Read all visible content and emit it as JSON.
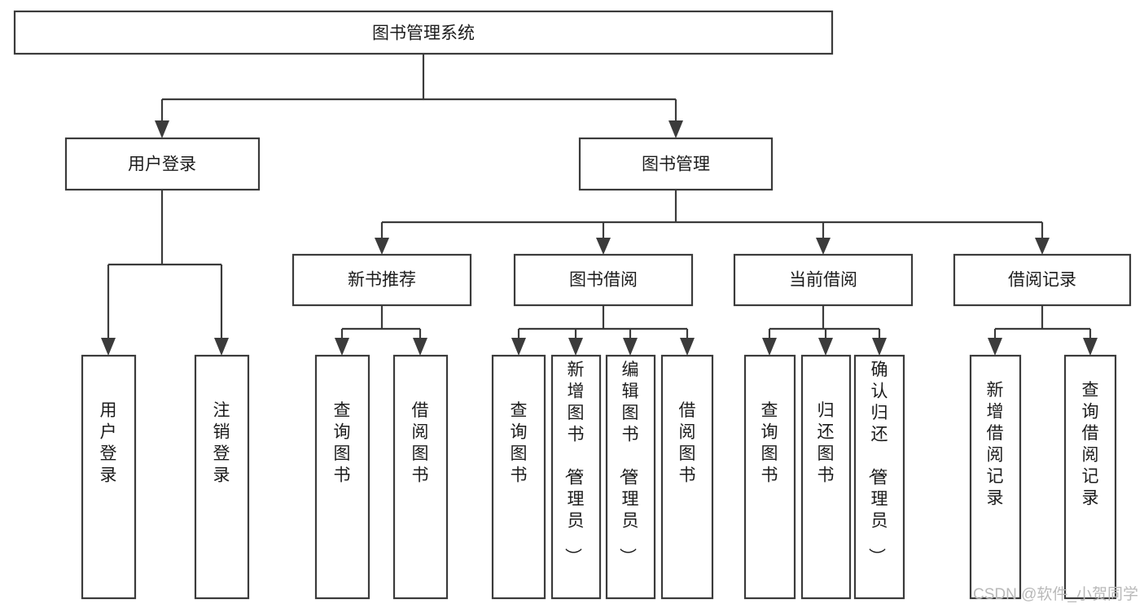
{
  "diagram": {
    "type": "tree-hierarchy",
    "orientation": "top-down",
    "root": {
      "id": "root",
      "label": "图书管理系统",
      "text_orientation": "horizontal"
    },
    "level2": [
      {
        "id": "user-login",
        "label": "用户登录",
        "text_orientation": "horizontal"
      },
      {
        "id": "book-management",
        "label": "图书管理",
        "text_orientation": "horizontal"
      }
    ],
    "level3": [
      {
        "id": "new-book-recommend",
        "label": "新书推荐",
        "parent": "book-management",
        "text_orientation": "horizontal"
      },
      {
        "id": "book-borrow",
        "label": "图书借阅",
        "parent": "book-management",
        "text_orientation": "horizontal"
      },
      {
        "id": "current-borrow",
        "label": "当前借阅",
        "parent": "book-management",
        "text_orientation": "horizontal"
      },
      {
        "id": "borrow-record",
        "label": "借阅记录",
        "parent": "book-management",
        "text_orientation": "horizontal"
      }
    ],
    "leaves": [
      {
        "id": "leaf-user-login",
        "label": "用户登录",
        "parent": "user-login",
        "text_orientation": "vertical"
      },
      {
        "id": "leaf-logout",
        "label": "注销登录",
        "parent": "user-login",
        "text_orientation": "vertical"
      },
      {
        "id": "leaf-query-book-1",
        "label": "查询图书",
        "parent": "new-book-recommend",
        "text_orientation": "vertical"
      },
      {
        "id": "leaf-borrow-book-1",
        "label": "借阅图书",
        "parent": "new-book-recommend",
        "text_orientation": "vertical"
      },
      {
        "id": "leaf-query-book-2",
        "label": "查询图书",
        "parent": "book-borrow",
        "text_orientation": "vertical"
      },
      {
        "id": "leaf-add-book",
        "label": "新增图书（管理员）",
        "parent": "book-borrow",
        "text_orientation": "vertical"
      },
      {
        "id": "leaf-edit-book",
        "label": "编辑图书（管理员）",
        "parent": "book-borrow",
        "text_orientation": "vertical"
      },
      {
        "id": "leaf-borrow-book-2",
        "label": "借阅图书",
        "parent": "book-borrow",
        "text_orientation": "vertical"
      },
      {
        "id": "leaf-query-book-3",
        "label": "查询图书",
        "parent": "current-borrow",
        "text_orientation": "vertical"
      },
      {
        "id": "leaf-return-book",
        "label": "归还图书",
        "parent": "current-borrow",
        "text_orientation": "vertical"
      },
      {
        "id": "leaf-confirm-return",
        "label": "确认归还（管理员）",
        "parent": "current-borrow",
        "text_orientation": "vertical"
      },
      {
        "id": "leaf-add-record",
        "label": "新增借阅记录",
        "parent": "borrow-record",
        "text_orientation": "vertical"
      },
      {
        "id": "leaf-query-record",
        "label": "查询借阅记录",
        "parent": "borrow-record",
        "text_orientation": "vertical"
      }
    ]
  },
  "watermark": {
    "text": "CSDN @软件_小贺同学"
  },
  "colors": {
    "stroke": "#3b3b3b",
    "box_fill": "#ffffff",
    "text": "#1c1c1c",
    "background": "#ffffff",
    "watermark": "#b9b9b9"
  }
}
